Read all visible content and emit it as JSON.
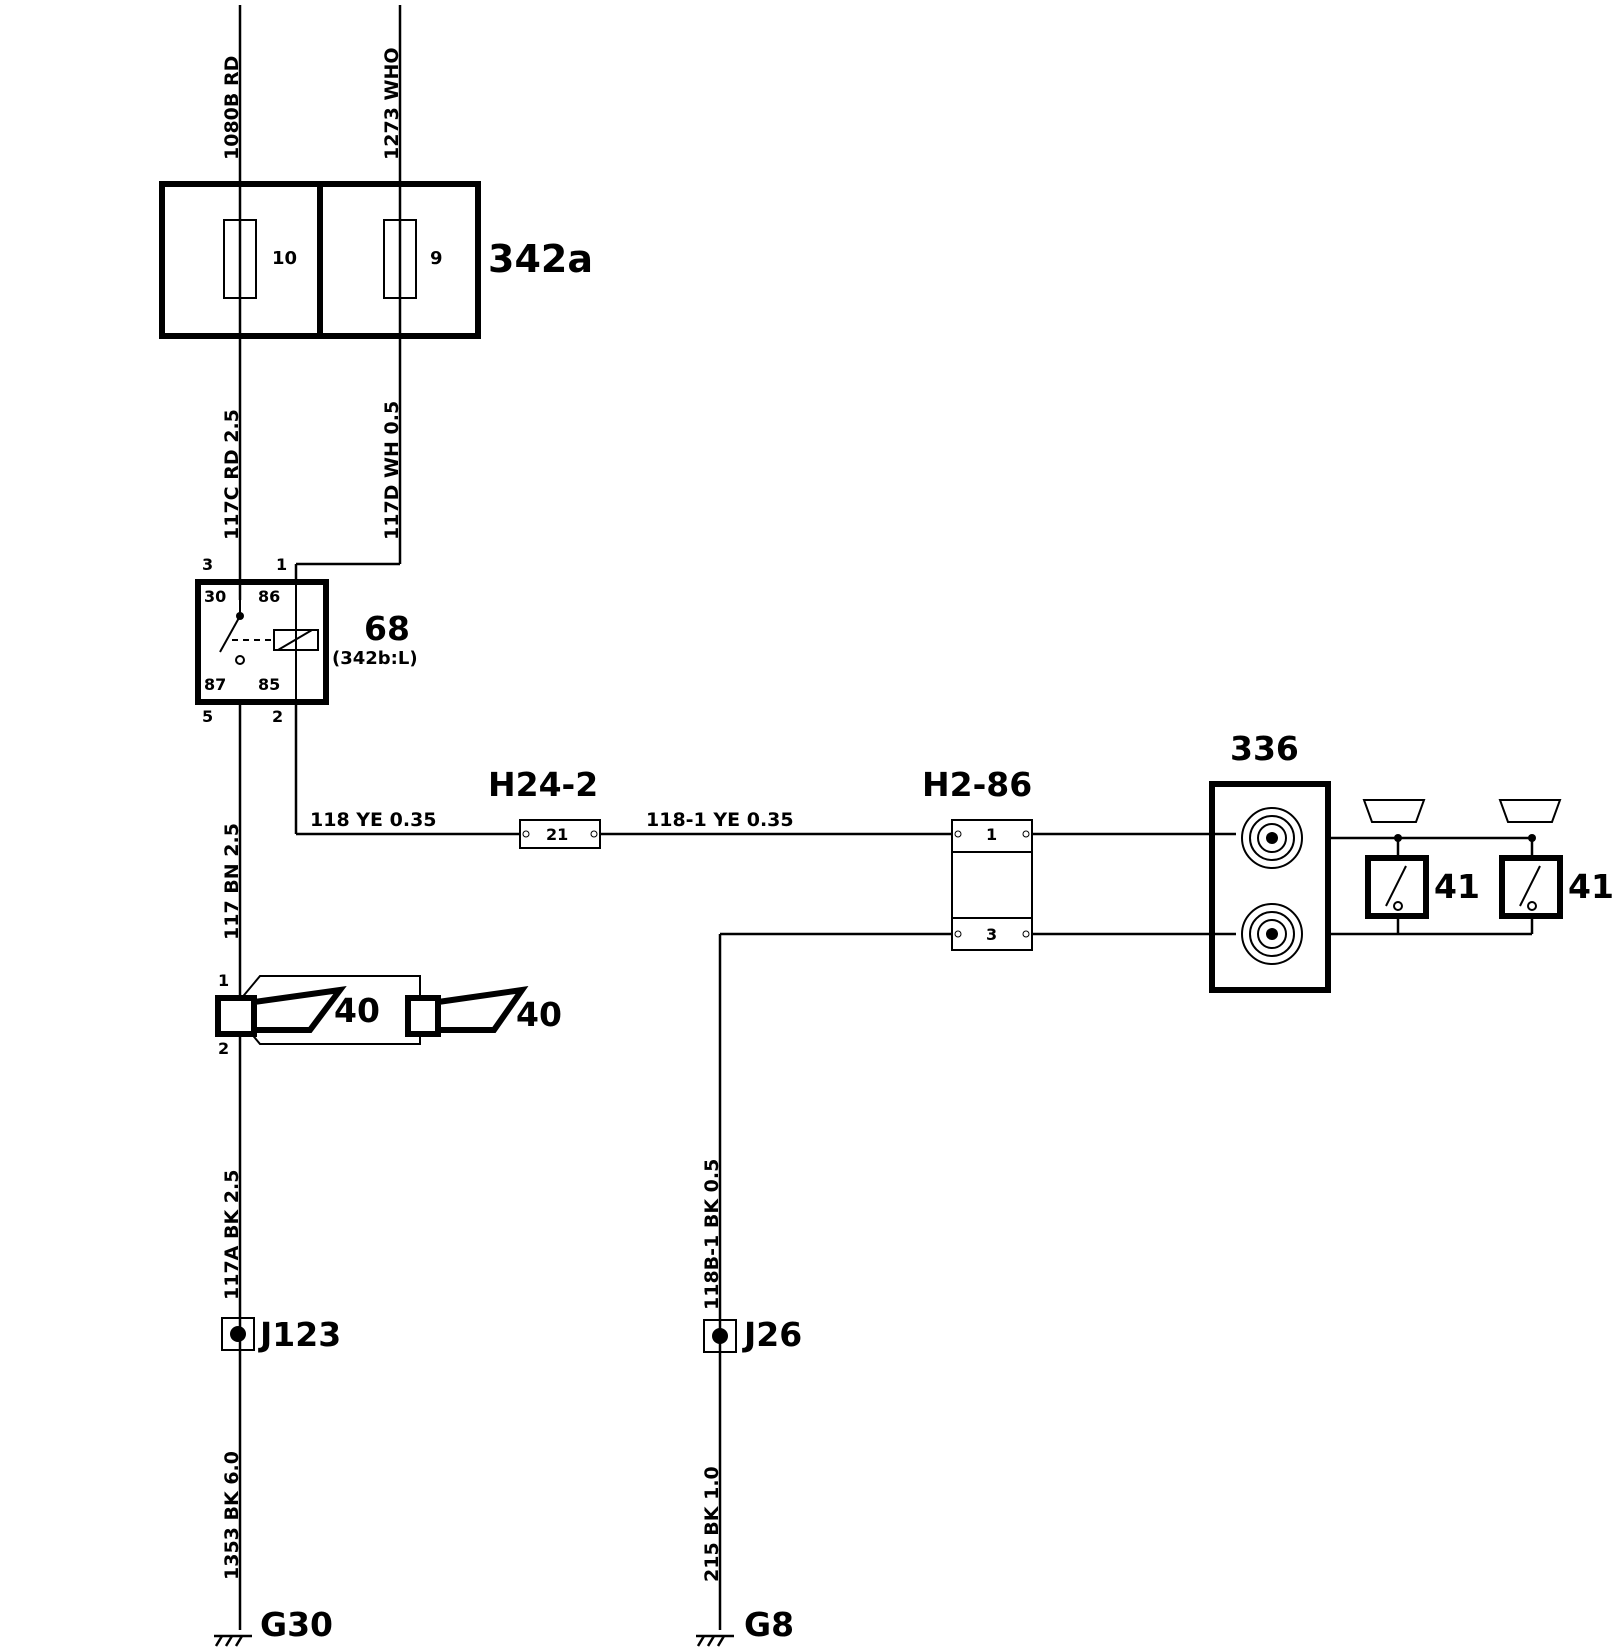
{
  "fusebox": {
    "id": "342a",
    "fuse_left": "10",
    "fuse_right": "9",
    "wire_in_left": "1080B  RD",
    "wire_in_right": "1273  WHO",
    "wire_out_left": "117C  RD 2.5",
    "wire_out_right": "117D  WH 0.5"
  },
  "relay": {
    "id": "68",
    "sub": "(342b:L)",
    "pins": {
      "p3": "3",
      "p1": "1",
      "p5": "5",
      "p2": "2"
    },
    "terminals": {
      "t30": "30",
      "t86": "86",
      "t87": "87",
      "t85": "85"
    }
  },
  "wires": {
    "w117": "117  BN 2.5",
    "w118": "118  YE 0.35",
    "w118_1": "118-1  YE 0.35",
    "w117a": "117A  BK 2.5",
    "w1353": "1353  BK 6.0",
    "w118b1": "118B-1  BK 0.5",
    "w215": "215  BK 1.0"
  },
  "connectors": {
    "h24": {
      "id": "H24-2",
      "pin": "21"
    },
    "h2": {
      "id": "H2-86",
      "pin_top": "1",
      "pin_bottom": "3"
    }
  },
  "contact_reel": {
    "id": "336"
  },
  "horn_buttons": {
    "left": "41",
    "right": "41"
  },
  "horns": {
    "left": "40",
    "right": "40",
    "pin_top": "1",
    "pin_bottom": "2"
  },
  "splices": {
    "j123": "J123",
    "j26": "J26"
  },
  "grounds": {
    "g30": "G30",
    "g8": "G8"
  }
}
